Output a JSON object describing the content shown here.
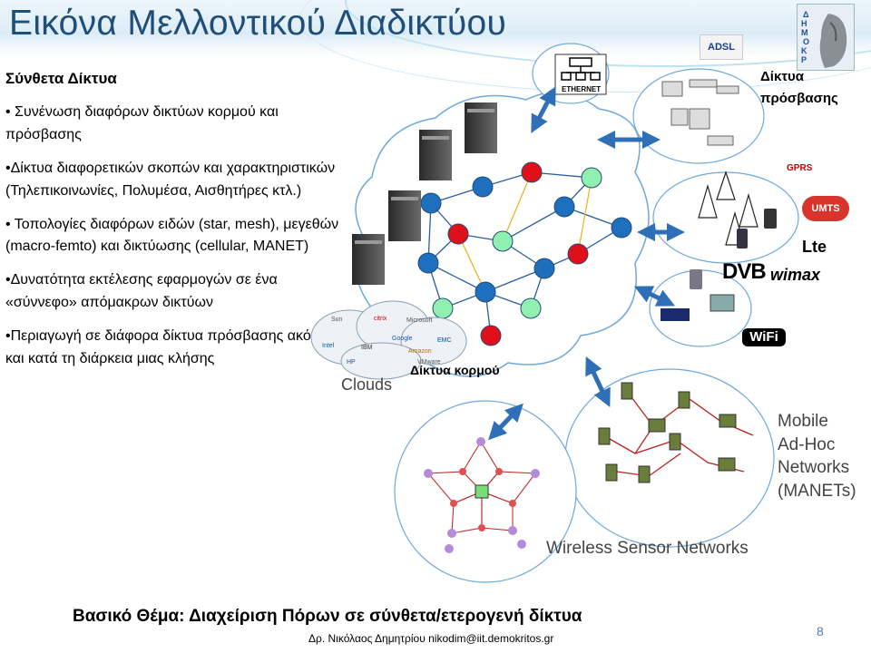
{
  "slide": {
    "title": "Εικόνα Μελλοντικού Διαδικτύου",
    "page_number": "8",
    "footer_title": "Βασικό Θέμα: Διαχείριση Πόρων σε σύνθετα/ετερογενή δίκτυα",
    "footer_author": "Δρ. Νικόλαος Δημητρίου nikodim@iit.demokritos.gr"
  },
  "left_panel": {
    "heading": "Σύνθετα Δίκτυα",
    "bullets": [
      "• Συνένωση διαφόρων δικτύων κορμού και πρόσβασης",
      "•Δίκτυα διαφορετικών σκοπών και χαρακτηριστικών (Τηλεπικοινωνίες, Πολυμέσα, Αισθητήρες κτλ.)",
      "• Τοπολογίες διαφόρων ειδών (star, mesh), μεγεθών (macro-femto) και δικτύωσης (cellular, MANET)",
      "•Δυνατότητα  εκτέλεσης εφαρμογών σε ένα «σύννεφο» απόμακρων δικτύων",
      "•Περιαγωγή σε διάφορα δίκτυα πρόσβασης ακόμα και κατά τη διάρκεια μιας κλήσης"
    ]
  },
  "logo": {
    "text": "ΔΗΜΟΚΡΙΤΟΣ"
  },
  "diagram": {
    "labels": {
      "access_networks": [
        "Δίκτυα",
        "πρόσβασης"
      ],
      "core_networks": "Δίκτυα κορμού",
      "clouds": "Clouds",
      "manets": [
        "Mobile",
        "Ad-Hoc",
        "Networks",
        "(MANETs)"
      ],
      "wsn": "Wireless Sensor Networks"
    },
    "badges": {
      "ethernet": "ETHERNET",
      "adsl": "ADSL",
      "gprs": "GPRS",
      "umts": "UMTS",
      "lte": "Lte",
      "dvb": "DVB",
      "wimax": "wimax",
      "wifi": "WiFi",
      "cloud_brands": [
        "Sun",
        "Intel",
        "IBM",
        "Google",
        "HP",
        "EMC",
        "Amazon",
        "Microsoft",
        "citrix",
        "VMware"
      ]
    },
    "colors": {
      "node_blue": "#1f6fbf",
      "node_red": "#e0101a",
      "node_green": "#8ff0b0",
      "arrow": "#2f6fb8",
      "core_cloud_stroke": "#6fa8dc",
      "title": "#1f4e79"
    }
  }
}
